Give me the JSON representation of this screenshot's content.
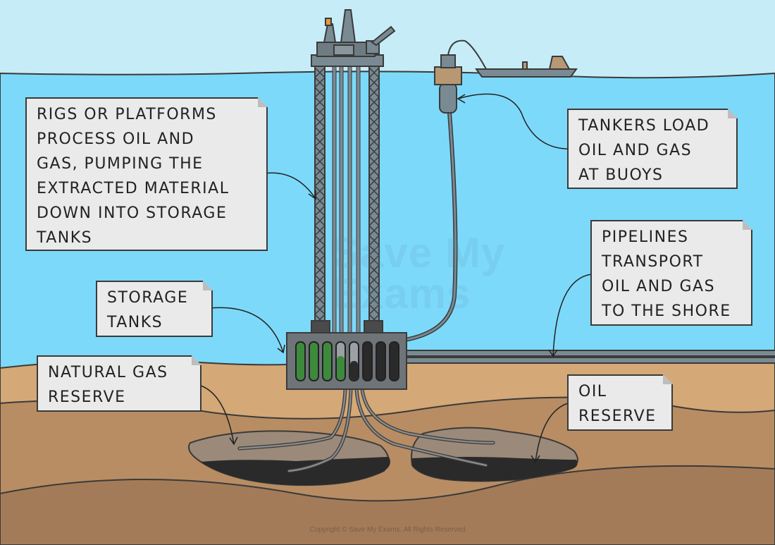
{
  "labels": {
    "rigs": [
      "RIGS OR PLATFORMS",
      "PROCESS OIL AND",
      "GAS, PUMPING THE",
      "EXTRACTED MATERIAL",
      "DOWN INTO STORAGE",
      "TANKS"
    ],
    "tankers": [
      "TANKERS LOAD",
      "OIL AND GAS",
      "AT BUOYS"
    ],
    "pipelines": [
      "PIPELINES",
      "TRANSPORT",
      "OIL AND GAS",
      "TO THE SHORE"
    ],
    "storage": [
      "STORAGE",
      "TANKS"
    ],
    "natural_gas": [
      "NATURAL GAS",
      "RESERVE"
    ],
    "oil": [
      "OIL",
      "RESERVE"
    ]
  },
  "watermark": [
    "Save My",
    "Exams"
  ],
  "copyright": "Copyright © Save My Exams. All Rights Reserved",
  "colors": {
    "sky": "#c6ecf7",
    "sea": "#7dd9fa",
    "sediment_top": "#d4a877",
    "sediment_mid": "#b88d63",
    "sediment_deep": "#a47b58",
    "gas_reserve": "#9b8a79",
    "oil": "#2a2a2a",
    "gas_green": "#3d8a3d",
    "outline": "#3a3a3a"
  }
}
